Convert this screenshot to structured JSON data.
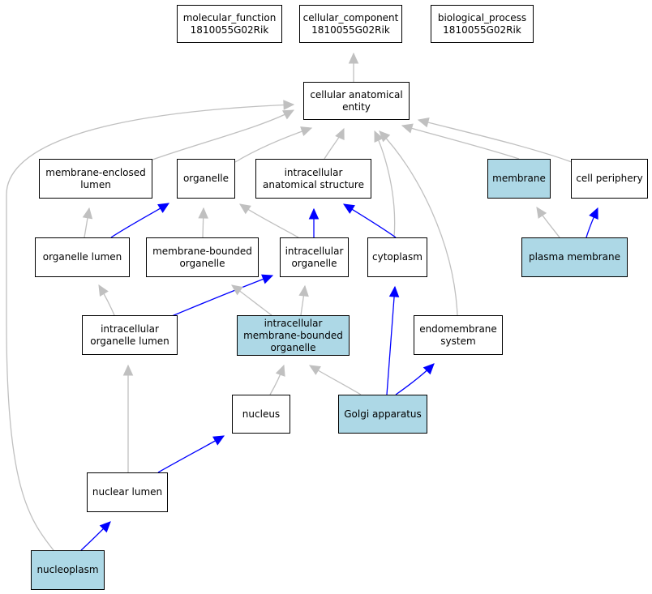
{
  "colors": {
    "highlight": "#add8e6",
    "gray_edge": "#c0c0c0",
    "blue_edge": "#0000ff",
    "border": "#000000"
  },
  "nodes": {
    "mf": {
      "label": "molecular_function\n1810055G02Rik",
      "highlight": false
    },
    "cc": {
      "label": "cellular_component\n1810055G02Rik",
      "highlight": false
    },
    "bp": {
      "label": "biological_process\n1810055G02Rik",
      "highlight": false
    },
    "cae": {
      "label": "cellular anatomical\nentity",
      "highlight": false
    },
    "mel": {
      "label": "membrane-enclosed\nlumen",
      "highlight": false
    },
    "org": {
      "label": "organelle",
      "highlight": false
    },
    "ias": {
      "label": "intracellular\nanatomical structure",
      "highlight": false
    },
    "mem": {
      "label": "membrane",
      "highlight": true
    },
    "cp": {
      "label": "cell periphery",
      "highlight": false
    },
    "ol": {
      "label": "organelle lumen",
      "highlight": false
    },
    "mbo": {
      "label": "membrane-bounded\norganelle",
      "highlight": false
    },
    "io": {
      "label": "intracellular\norganelle",
      "highlight": false
    },
    "cyt": {
      "label": "cytoplasm",
      "highlight": false
    },
    "pm": {
      "label": "plasma membrane",
      "highlight": true
    },
    "iol": {
      "label": "intracellular\norganelle lumen",
      "highlight": false
    },
    "imbo": {
      "label": "intracellular\nmembrane-bounded\norganelle",
      "highlight": true
    },
    "es": {
      "label": "endomembrane\nsystem",
      "highlight": false
    },
    "nuc": {
      "label": "nucleus",
      "highlight": false
    },
    "ga": {
      "label": "Golgi apparatus",
      "highlight": true
    },
    "nl": {
      "label": "nuclear lumen",
      "highlight": false
    },
    "np": {
      "label": "nucleoplasm",
      "highlight": true
    }
  },
  "edges": [
    {
      "from": "cae",
      "to": "cc",
      "color": "gray"
    },
    {
      "from": "mel",
      "to": "cae",
      "color": "gray"
    },
    {
      "from": "org",
      "to": "cae",
      "color": "gray"
    },
    {
      "from": "ias",
      "to": "cae",
      "color": "gray"
    },
    {
      "from": "mem",
      "to": "cae",
      "color": "gray"
    },
    {
      "from": "cp",
      "to": "cae",
      "color": "gray"
    },
    {
      "from": "cyt",
      "to": "cae",
      "color": "gray"
    },
    {
      "from": "es",
      "to": "cae",
      "color": "gray"
    },
    {
      "from": "np",
      "to": "cae",
      "color": "gray"
    },
    {
      "from": "ol",
      "to": "mel",
      "color": "gray"
    },
    {
      "from": "ol",
      "to": "org",
      "color": "blue"
    },
    {
      "from": "mbo",
      "to": "org",
      "color": "gray"
    },
    {
      "from": "io",
      "to": "org",
      "color": "gray"
    },
    {
      "from": "io",
      "to": "ias",
      "color": "blue"
    },
    {
      "from": "cyt",
      "to": "ias",
      "color": "blue"
    },
    {
      "from": "pm",
      "to": "mem",
      "color": "gray"
    },
    {
      "from": "pm",
      "to": "cp",
      "color": "blue"
    },
    {
      "from": "iol",
      "to": "ol",
      "color": "gray"
    },
    {
      "from": "iol",
      "to": "io",
      "color": "blue"
    },
    {
      "from": "imbo",
      "to": "mbo",
      "color": "gray"
    },
    {
      "from": "imbo",
      "to": "io",
      "color": "gray"
    },
    {
      "from": "nuc",
      "to": "imbo",
      "color": "gray"
    },
    {
      "from": "ga",
      "to": "imbo",
      "color": "gray"
    },
    {
      "from": "ga",
      "to": "cyt",
      "color": "blue"
    },
    {
      "from": "ga",
      "to": "es",
      "color": "blue"
    },
    {
      "from": "nl",
      "to": "iol",
      "color": "gray"
    },
    {
      "from": "nl",
      "to": "nuc",
      "color": "blue"
    },
    {
      "from": "np",
      "to": "nl",
      "color": "blue"
    }
  ]
}
